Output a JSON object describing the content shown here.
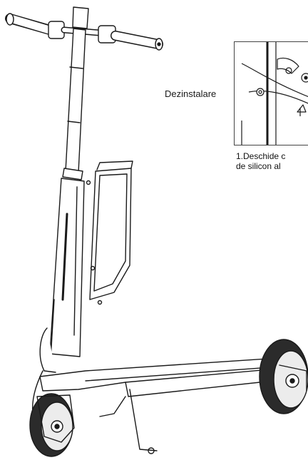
{
  "instruction": {
    "label": "Dezinstalare",
    "caption_line1": "1.Deschide c",
    "caption_line2": "de silicon al"
  },
  "colors": {
    "stroke": "#1a1a1a",
    "tire": "#2b2b2b",
    "light_fill": "#ececec"
  },
  "icons": {
    "figure": "scooter-illustration",
    "detail": "battery-latch-detail"
  }
}
